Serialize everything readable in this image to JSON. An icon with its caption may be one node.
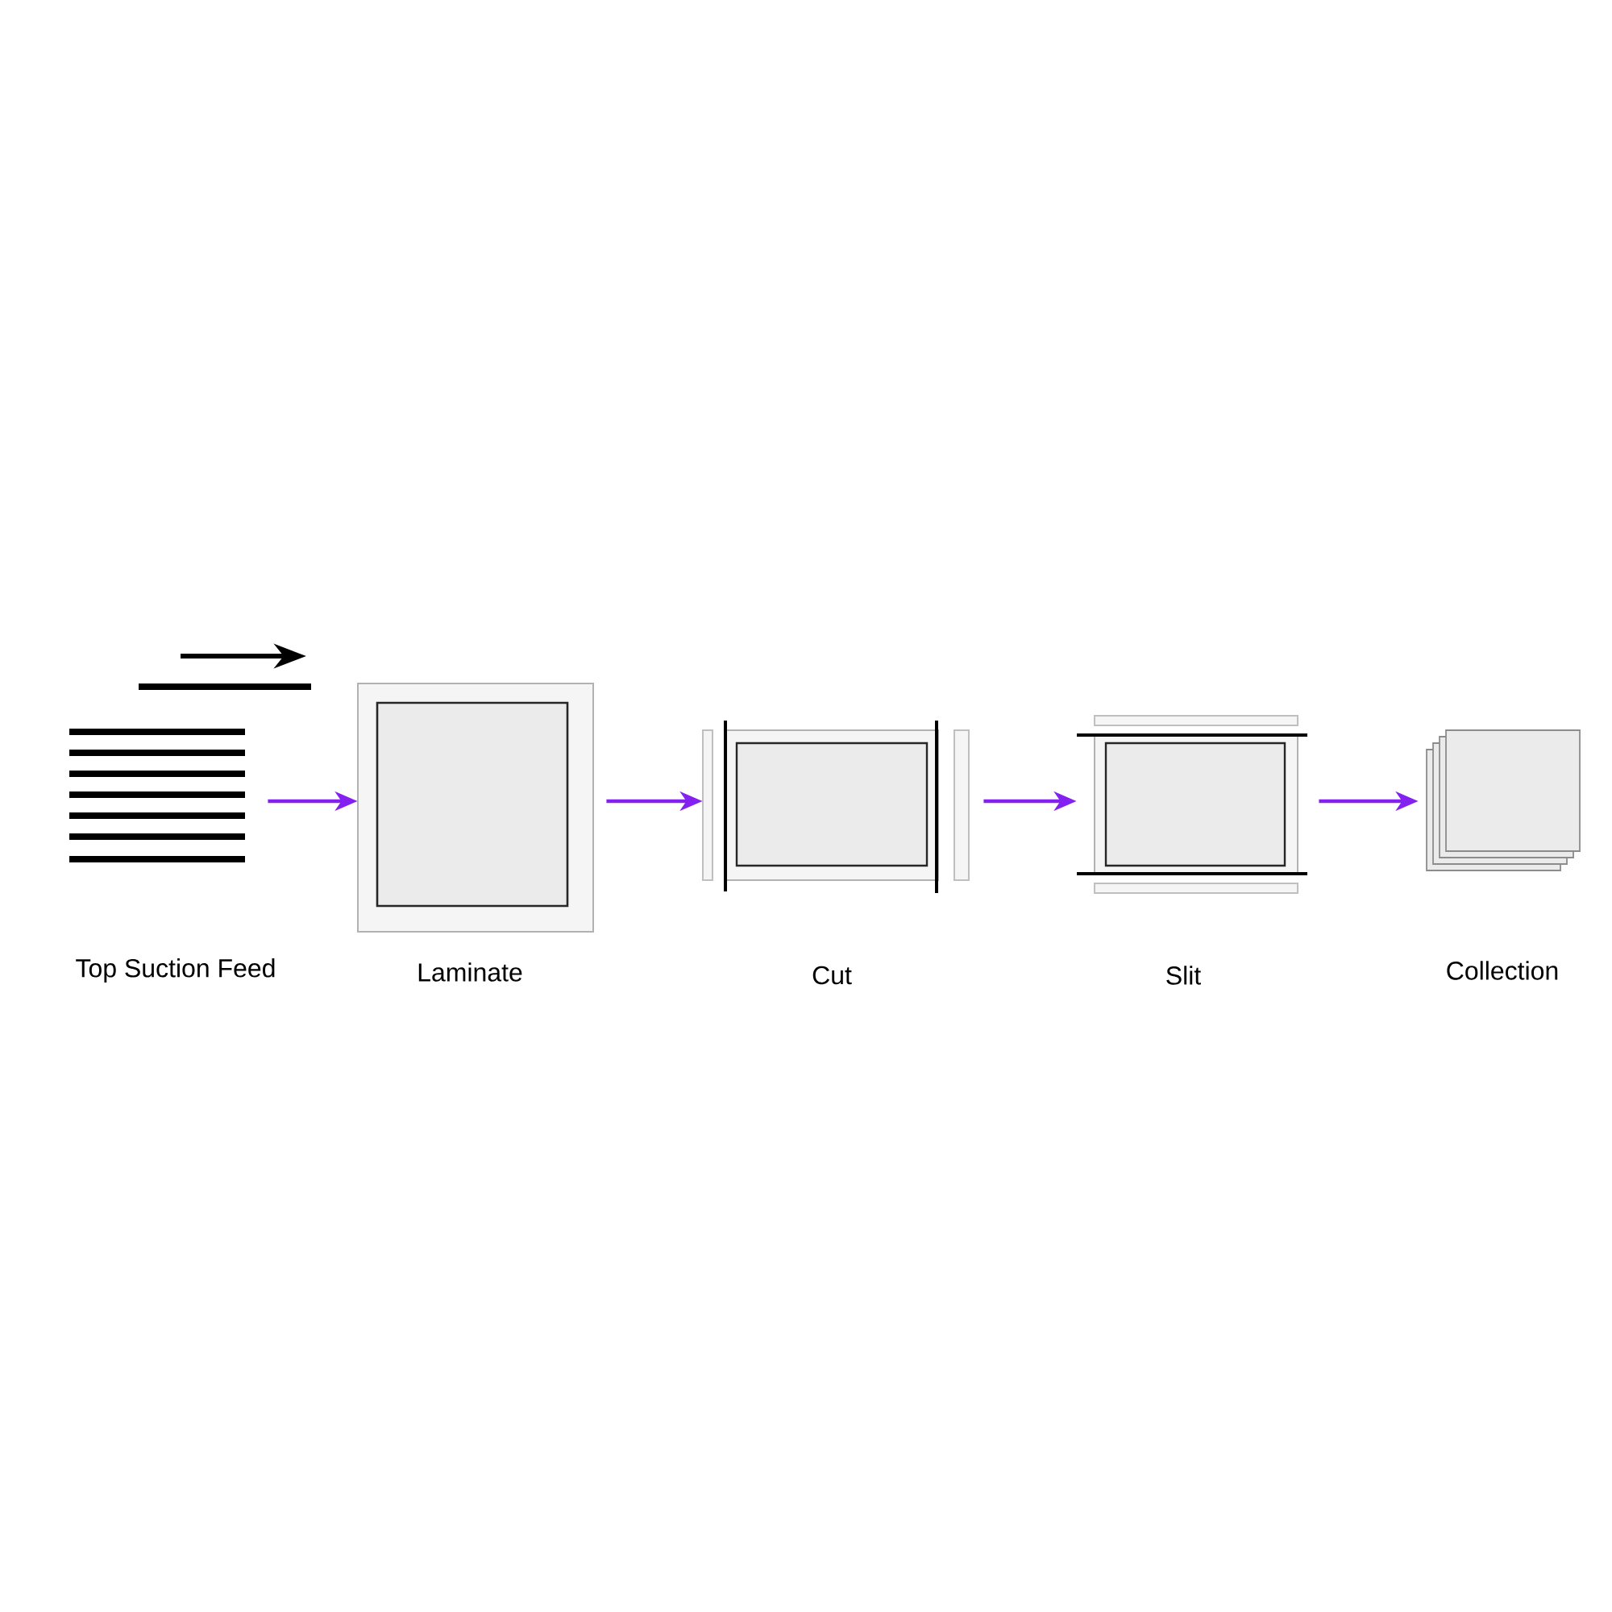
{
  "diagram": {
    "nodes": [
      {
        "text": [
          "Top Suction Feed"
        ]
      },
      {
        "text": [
          "Laminate"
        ]
      },
      {
        "text": [
          "Cut"
        ]
      },
      {
        "text": [
          "Slit"
        ]
      },
      {
        "text": [
          "Collection"
        ]
      }
    ],
    "edges": [
      {
        "from": 0,
        "to": 1,
        "arrow": "to"
      },
      {
        "from": 1,
        "to": 2,
        "arrow": "to"
      },
      {
        "from": 2,
        "to": 3,
        "arrow": "to"
      },
      {
        "from": 3,
        "to": 4,
        "arrow": "to"
      }
    ]
  }
}
